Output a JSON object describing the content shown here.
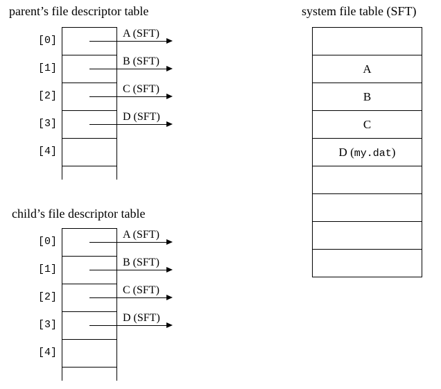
{
  "colors": {
    "ink": "#000000",
    "background": "#ffffff"
  },
  "parent_table": {
    "title": "parent’s file descriptor table",
    "rows": [
      {
        "index": "[0]",
        "pointer_label": "A (SFT)"
      },
      {
        "index": "[1]",
        "pointer_label": "B (SFT)"
      },
      {
        "index": "[2]",
        "pointer_label": "C (SFT)"
      },
      {
        "index": "[3]",
        "pointer_label": "D (SFT)"
      },
      {
        "index": "[4]"
      }
    ]
  },
  "child_table": {
    "title": "child’s file descriptor table",
    "rows": [
      {
        "index": "[0]",
        "pointer_label": "A (SFT)"
      },
      {
        "index": "[1]",
        "pointer_label": "B (SFT)"
      },
      {
        "index": "[2]",
        "pointer_label": "C (SFT)"
      },
      {
        "index": "[3]",
        "pointer_label": "D (SFT)"
      },
      {
        "index": "[4]"
      }
    ]
  },
  "sft_table": {
    "title": "system file table (SFT)",
    "cells": [
      "",
      "A",
      "B",
      "C",
      null,
      "",
      "",
      "",
      ""
    ],
    "cell_d": {
      "prefix": "D (",
      "filename": "my.dat",
      "suffix": ")"
    }
  }
}
